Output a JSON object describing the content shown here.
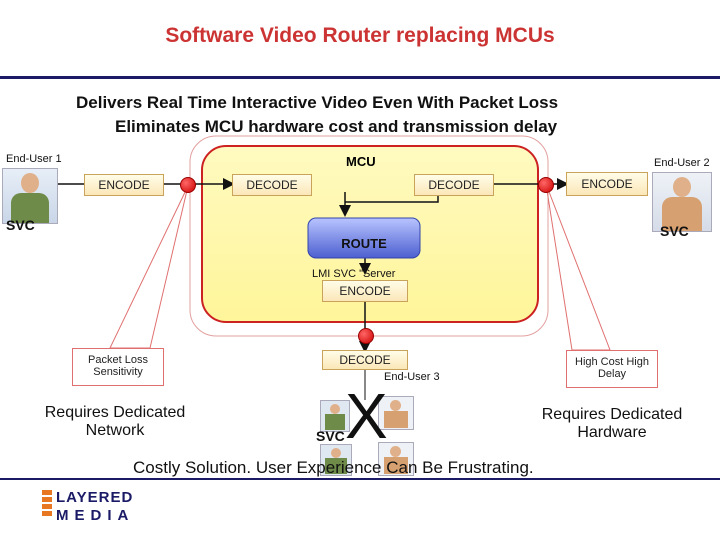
{
  "title": "Software Video Router replacing MCUs",
  "subtitle1": "Delivers Real Time Interactive Video Even With Packet Loss",
  "subtitle2": "Eliminates MCU hardware cost and transmission delay",
  "end_user_1": "End-User 1",
  "end_user_2": "End-User 2",
  "end_user_3": "End-User 3",
  "mcu": "MCU",
  "encode_left": "ENCODE",
  "decode_left": "DECODE",
  "decode_right": "DECODE",
  "encode_right": "ENCODE",
  "svc_left": "SVC",
  "svc_right": "SVC",
  "svc_bottom": "SVC",
  "route": "ROUTE",
  "lmi_server_line1": "LMI SVC \"Server",
  "lmi_server_line2": "ENCODE",
  "decode_bottom": "DECODE",
  "packet_loss_callout": "Packet Loss Sensitivity",
  "high_cost_callout": "High Cost High Delay",
  "requires_network": "Requires Dedicated Network",
  "requires_hardware": "Requires Dedicated Hardware",
  "costly": "Costly Solution. User Experience Can Be Frustrating.",
  "logo_line1": "LAYERED",
  "logo_line2": "MEDIA",
  "x_mark": "X",
  "colors": {
    "title": "#cc3333",
    "rule": "#1a1a66",
    "mcu_fill": "#fff8b0",
    "mcu_border": "#cc2222",
    "route": "#5566cc"
  }
}
